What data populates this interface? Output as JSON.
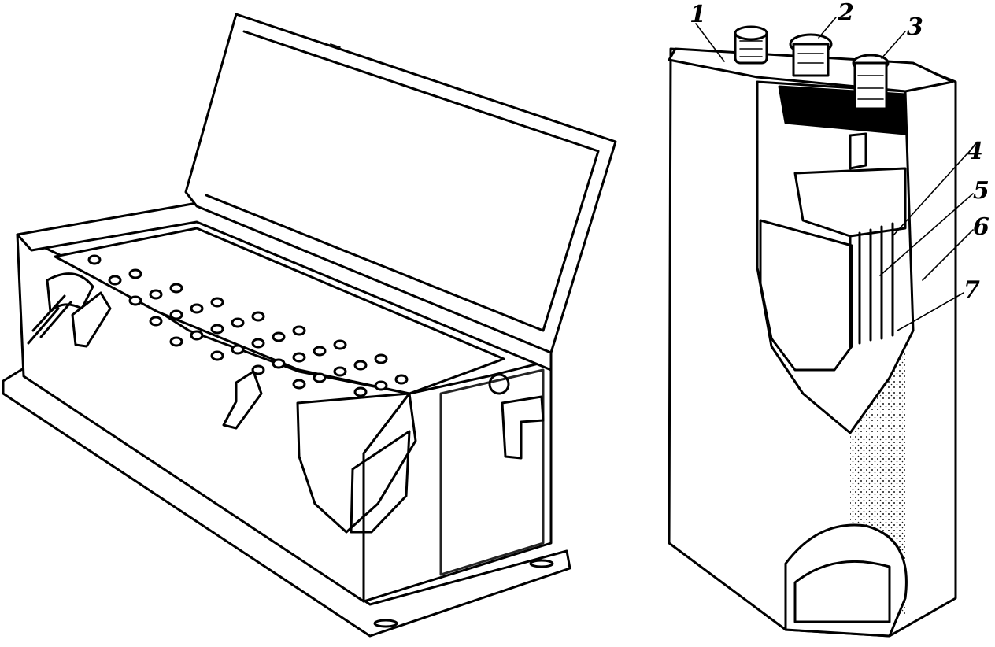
{
  "figure": {
    "callouts": [
      {
        "number": "1"
      },
      {
        "number": "2"
      },
      {
        "number": "3"
      },
      {
        "number": "4"
      },
      {
        "number": "5"
      },
      {
        "number": "6"
      },
      {
        "number": "7"
      }
    ]
  },
  "colors": {
    "ink": "#000000",
    "paper": "#ffffff"
  }
}
